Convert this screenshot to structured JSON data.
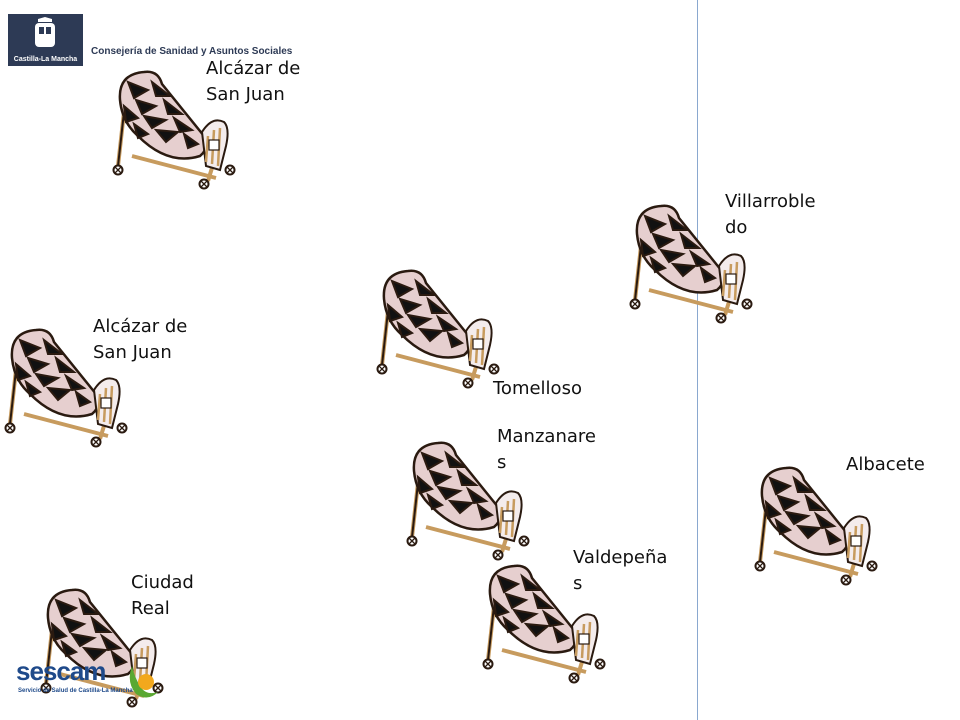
{
  "header": {
    "logo_text": "Castilla-La Mancha",
    "organization": "Consejería de Sanidad y Asuntos Sociales"
  },
  "beds": [
    {
      "label": "Alcázar de\nSan Juan"
    },
    {
      "label": "Villarroble\ndo"
    },
    {
      "label": "Tomelloso"
    },
    {
      "label": "Alcázar de\nSan Juan"
    },
    {
      "label": "Manzanare\ns"
    },
    {
      "label": "Albacete"
    },
    {
      "label": "Valdepeña\ns"
    },
    {
      "label": "Ciudad\nReal"
    }
  ],
  "footer": {
    "logo_word": "sescam",
    "logo_subtitle": "Servicio de Salud de Castilla-La Mancha",
    "colors": {
      "blue": "#1f4a8a",
      "green": "#5aa832",
      "orange": "#f2a81d"
    }
  }
}
